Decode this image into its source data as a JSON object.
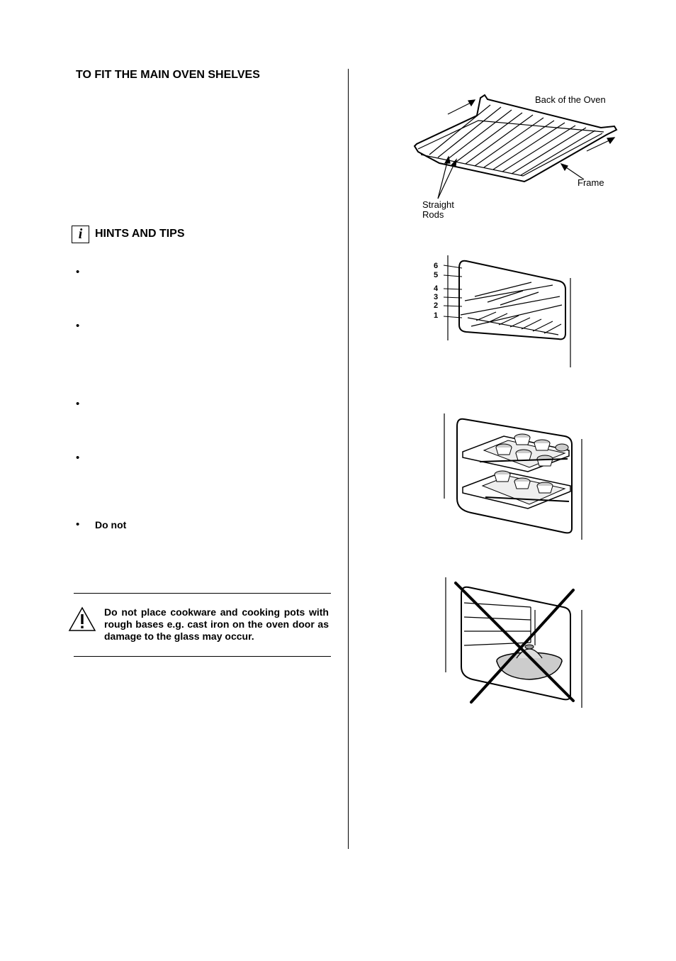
{
  "section_title": "TO FIT THE MAIN OVEN SHELVES",
  "hints_title": "HINTS AND TIPS",
  "info_icon_glyph": "i",
  "bullet_glyph": "•",
  "last_bullet_text": "Do  not",
  "warning_text": "Do not place cookware and cooking pots with rough bases e.g. cast iron on the oven door as damage to the glass may occur.",
  "diagram_shelf": {
    "label_back": "Back of the Oven",
    "label_frame": "Frame",
    "label_rods_1": "Straight",
    "label_rods_2": "Rods"
  },
  "diagram_levels": {
    "levels": [
      "6",
      "5",
      "4",
      "3",
      "2",
      "1"
    ]
  }
}
